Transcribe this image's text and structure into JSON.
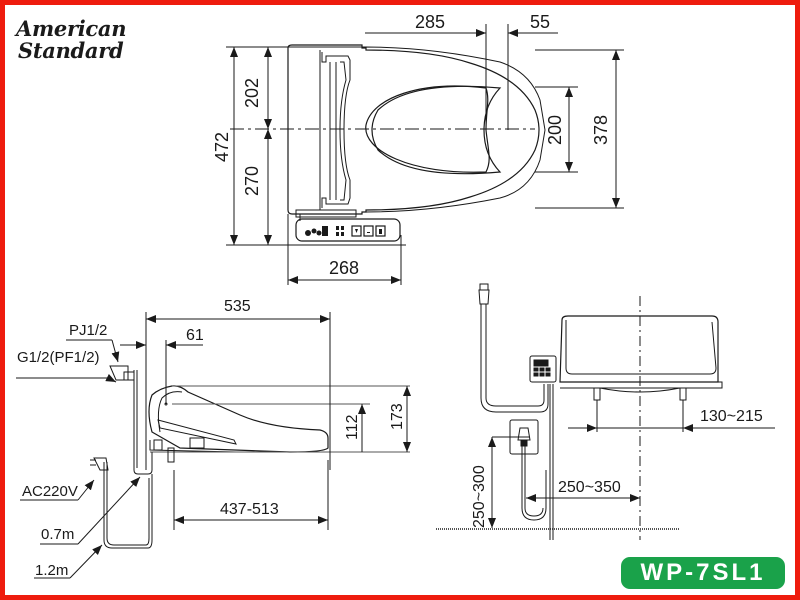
{
  "brand": {
    "line1": "American",
    "line2": "Standard"
  },
  "model_badge": {
    "text": "WP-7SL1",
    "color": "#1aa24a"
  },
  "frame": {
    "border_color": "#ee1c0e"
  },
  "top_view": {
    "dimensions": {
      "seat_depth_to_opening": "285",
      "opening_offset": "55",
      "front_half_width": "202",
      "back_half_width": "270",
      "total_width": "472",
      "opening_width": "200",
      "seat_width": "378",
      "control_panel_width": "268"
    }
  },
  "side_view": {
    "dimensions": {
      "total_length": "535",
      "hinge_offset": "61",
      "hinge_height": "112",
      "total_height": "173",
      "mounting_range": "437-513"
    },
    "labels": {
      "pipe_fitting_1": "PJ1/2",
      "pipe_fitting_2": "G1/2(PF1/2)",
      "power": "AC220V",
      "cable_short": "0.7m",
      "cable_long": "1.2m"
    }
  },
  "rear_view": {
    "dimensions": {
      "bolt_spacing": "130~215",
      "outlet_height": "250~300",
      "outlet_offset": "250~350"
    }
  }
}
